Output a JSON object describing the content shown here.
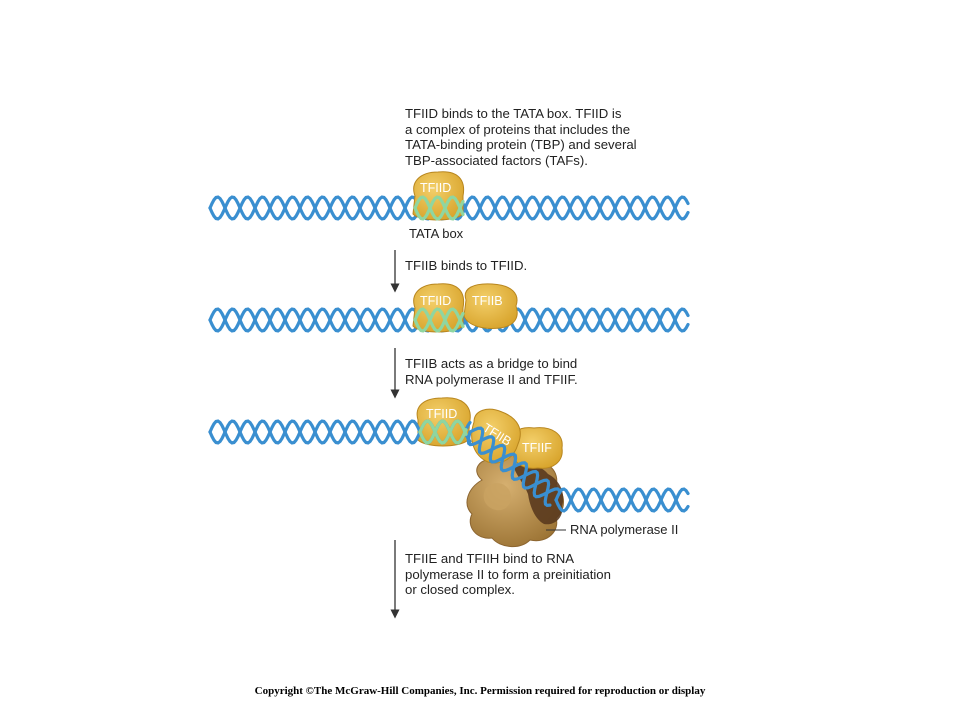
{
  "steps": [
    {
      "caption_lines": [
        "TFIID binds to the TATA box. TFIID is",
        "a complex of proteins that includes the",
        "TATA-binding protein (TBP) and several",
        "TBP-associated factors (TAFs)."
      ]
    },
    {
      "caption_lines": [
        "TFIIB binds to TFIID."
      ]
    },
    {
      "caption_lines": [
        "TFIIB acts as a bridge to bind",
        "RNA polymerase II and TFIIF."
      ]
    },
    {
      "caption_lines": [
        "TFIIE and TFIIH bind to RNA",
        "polymerase II to form a preinitiation",
        "or closed complex."
      ]
    }
  ],
  "labels": {
    "tata_box": "TATA box",
    "rna_polymerase": "RNA polymerase II",
    "tfiid": "TFIID",
    "tfiib": "TFIIB",
    "tfiif": "TFIIF"
  },
  "copyright": "Copyright ©The McGraw-Hill Companies, Inc. Permission required for reproduction or display",
  "colors": {
    "dna_strand": "#3a8fd0",
    "dna_highlight": "#8fd6a0",
    "protein_fill": "#e3b23c",
    "protein_edge": "#b8861e",
    "polymerase_fill": "#b8914e",
    "polymerase_dark": "#5a3a1e",
    "arrow": "#333333"
  }
}
